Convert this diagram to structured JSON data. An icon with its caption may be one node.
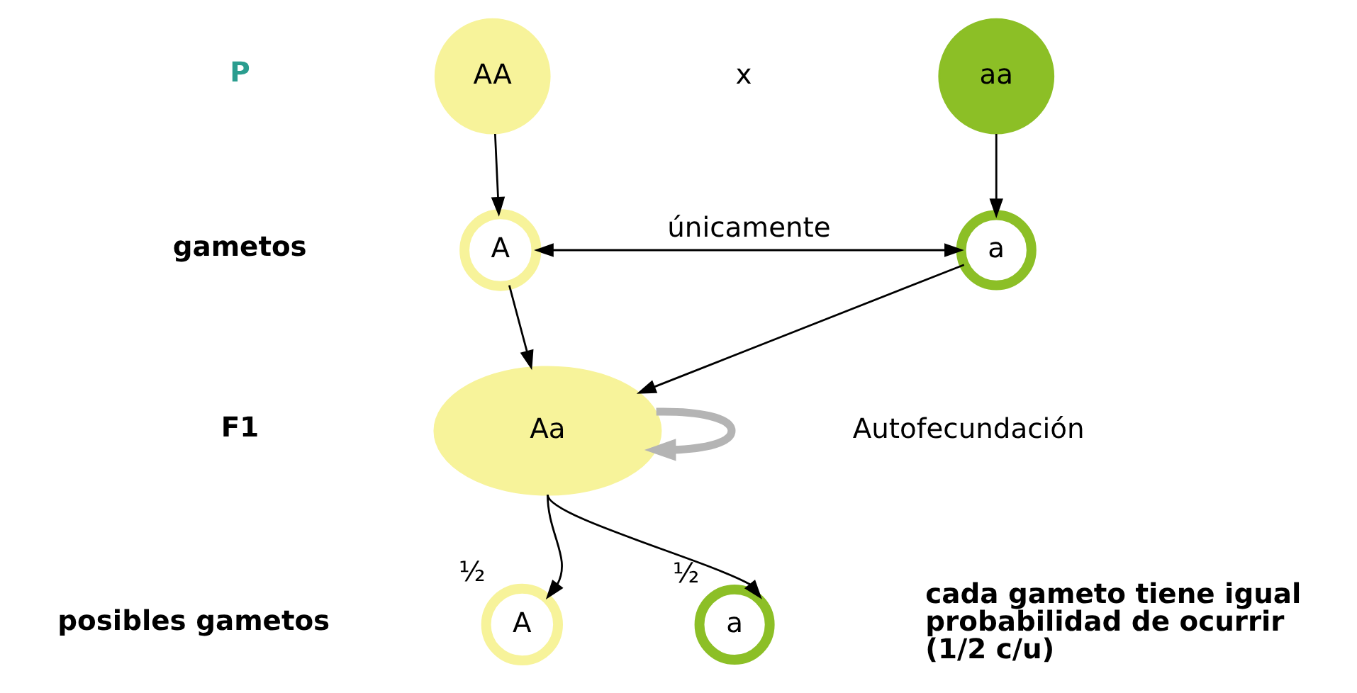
{
  "diagram": {
    "nodes": [
      {
        "text": [
          "AA"
        ]
      },
      {
        "text": [
          "aa"
        ]
      },
      {
        "text": [
          "A"
        ]
      },
      {
        "text": [
          "a"
        ]
      },
      {
        "text": [
          "Aa"
        ]
      },
      {
        "text": [
          "A"
        ],
        "beside": [
          "½"
        ]
      },
      {
        "text": [
          "a"
        ],
        "beside": [
          "½"
        ]
      }
    ],
    "edges": [
      {
        "from": 0,
        "to": 2,
        "arrow": "to"
      },
      {
        "from": 1,
        "to": 3,
        "arrow": "to"
      },
      {
        "from": 2,
        "to": 3,
        "arrow": "both",
        "label": "únicamente"
      },
      {
        "from": 2,
        "to": 4,
        "arrow": "to"
      },
      {
        "from": 3,
        "to": 4,
        "arrow": "to"
      },
      {
        "from": 4,
        "to": 4,
        "arrow": "to",
        "style": "thick",
        "color": "#b4b4b4"
      },
      {
        "from": 4,
        "to": 5,
        "arrow": "to"
      },
      {
        "from": 4,
        "to": 6,
        "arrow": "to"
      }
    ],
    "labels": [
      "P",
      "x",
      "gametos",
      "F1",
      "Autofecundación",
      "posibles gametos",
      "cada gameto tiene igual probabilidad de ocurrir (1/2 c/u)"
    ]
  }
}
